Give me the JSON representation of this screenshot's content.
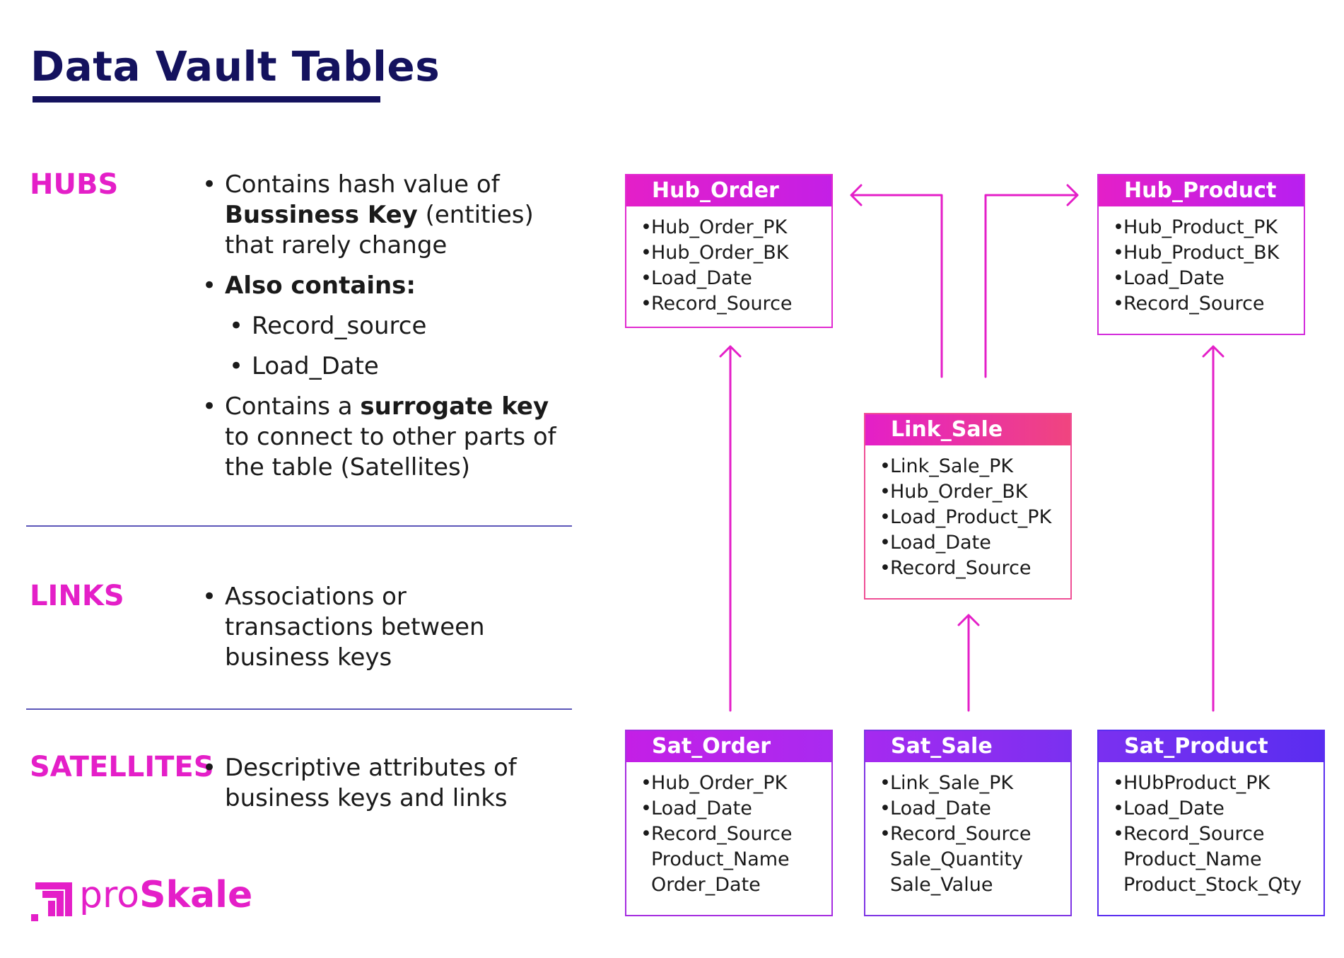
{
  "title": "Data Vault Tables",
  "sections": {
    "hubs": {
      "label": "HUBS",
      "b1_pre": "Contains hash value of",
      "b1_bold": "Bussiness Key",
      "b1_post": " (entities) that rarely change",
      "b2": "Also contains:",
      "b2_sub1": "Record_source",
      "b2_sub2": "Load_Date",
      "b3_pre": "Contains a ",
      "b3_bold": "surrogate key",
      "b3_post": " to connect to other parts of the table (Satellites)"
    },
    "links": {
      "label": "LINKS",
      "b1": "Associations or transactions between business keys"
    },
    "satellites": {
      "label": "SATELLITES",
      "b1": "Descriptive attributes of business keys and links"
    }
  },
  "tables": {
    "hub_order": {
      "title": "Hub_Order",
      "fields": [
        "Hub_Order_PK",
        "Hub_Order_BK",
        "Load_Date",
        "Record_Source"
      ]
    },
    "hub_product": {
      "title": "Hub_Product",
      "fields": [
        "Hub_Product_PK",
        "Hub_Product_BK",
        "Load_Date",
        "Record_Source"
      ]
    },
    "link_sale": {
      "title": "Link_Sale",
      "fields": [
        "Link_Sale_PK",
        "Hub_Order_BK",
        "Load_Product_PK",
        "Load_Date",
        "Record_Source"
      ]
    },
    "sat_order": {
      "title": "Sat_Order",
      "fields": [
        "Hub_Order_PK",
        "Load_Date",
        "Record_Source"
      ],
      "extra": [
        "Product_Name",
        "Order_Date"
      ]
    },
    "sat_sale": {
      "title": "Sat_Sale",
      "fields": [
        "Link_Sale_PK",
        "Load_Date",
        "Record_Source"
      ],
      "extra": [
        "Sale_Quantity",
        "Sale_Value"
      ]
    },
    "sat_product": {
      "title": "Sat_Product",
      "fields": [
        "HUbProduct_PK",
        "Load_Date",
        "Record_Source"
      ],
      "extra": [
        "Product_Name",
        "Product_Stock_Qty"
      ]
    }
  },
  "logo": {
    "text_light": "pro",
    "text_bold": "Skale"
  },
  "colors": {
    "navy": "#14125e",
    "magenta": "#e41fc8",
    "violet": "#b81ff0",
    "blue": "#5a2df0",
    "pink": "#f0457f"
  }
}
